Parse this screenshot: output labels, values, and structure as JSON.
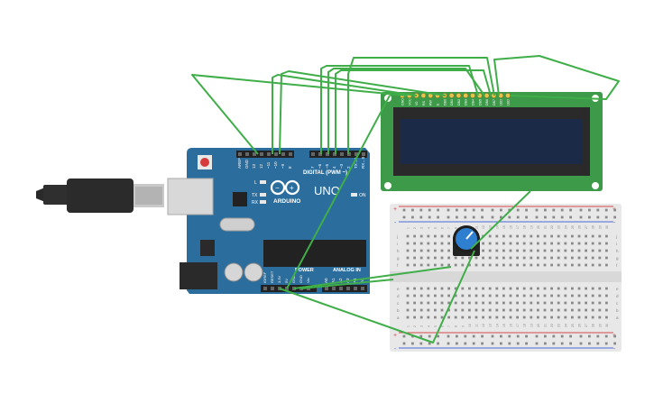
{
  "colors": {
    "wire": "#3fae49",
    "arduino_board": "#2b6e9e",
    "arduino_dark": "#1f567d",
    "lcd_pcb": "#3d9a49",
    "lcd_screen": "#1b2b47",
    "breadboard": "#e8e8e8",
    "rail_red": "#d94a4a",
    "rail_blue": "#4a6ad9",
    "pot_knob": "#2f7fd0"
  },
  "arduino": {
    "brand": "ARDUINO",
    "model": "UNO",
    "digital_label": "DIGITAL (PWM ~)",
    "power_label": "POWER",
    "analog_label": "ANALOG IN",
    "on_label": "ON",
    "tx_label": "TX",
    "rx_label": "RX",
    "l_label": "L",
    "aref_label": "AREF",
    "gnd_label": "GND",
    "tx1_label": "TX→1",
    "rx0_label": "RX←0",
    "digital_pins": [
      "13",
      "12",
      "~11",
      "~10",
      "~9",
      "8",
      "7",
      "~6",
      "~5",
      "4",
      "~3",
      "2"
    ],
    "power_pins": [
      "IOREF",
      "RESET",
      "3.3V",
      "5V",
      "GND",
      "GND",
      "Vin"
    ],
    "analog_pins": [
      "A0",
      "A1",
      "A2",
      "A3",
      "A4",
      "A5"
    ]
  },
  "lcd": {
    "pin_labels": [
      "GND",
      "VCC",
      "V0",
      "RS",
      "RW",
      "E",
      "DB0",
      "DB1",
      "DB2",
      "DB3",
      "DB4",
      "DB5",
      "DB6",
      "DB7",
      "LED",
      "LED"
    ]
  },
  "breadboard": {
    "col_numbers": [
      "1",
      "2",
      "3",
      "4",
      "5",
      "6",
      "7",
      "8",
      "9",
      "10",
      "11",
      "12",
      "13",
      "14",
      "15",
      "16",
      "17",
      "18",
      "19",
      "20",
      "21",
      "22",
      "23",
      "24",
      "25",
      "26",
      "27",
      "28",
      "29",
      "30"
    ],
    "row_letters_top": [
      "j",
      "i",
      "h",
      "g",
      "f"
    ],
    "row_letters_bottom": [
      "e",
      "d",
      "c",
      "b",
      "a"
    ],
    "rail_plus": "+",
    "rail_minus": "-"
  },
  "icons": {
    "usb": "usb-cable-icon",
    "pot": "potentiometer-icon"
  }
}
